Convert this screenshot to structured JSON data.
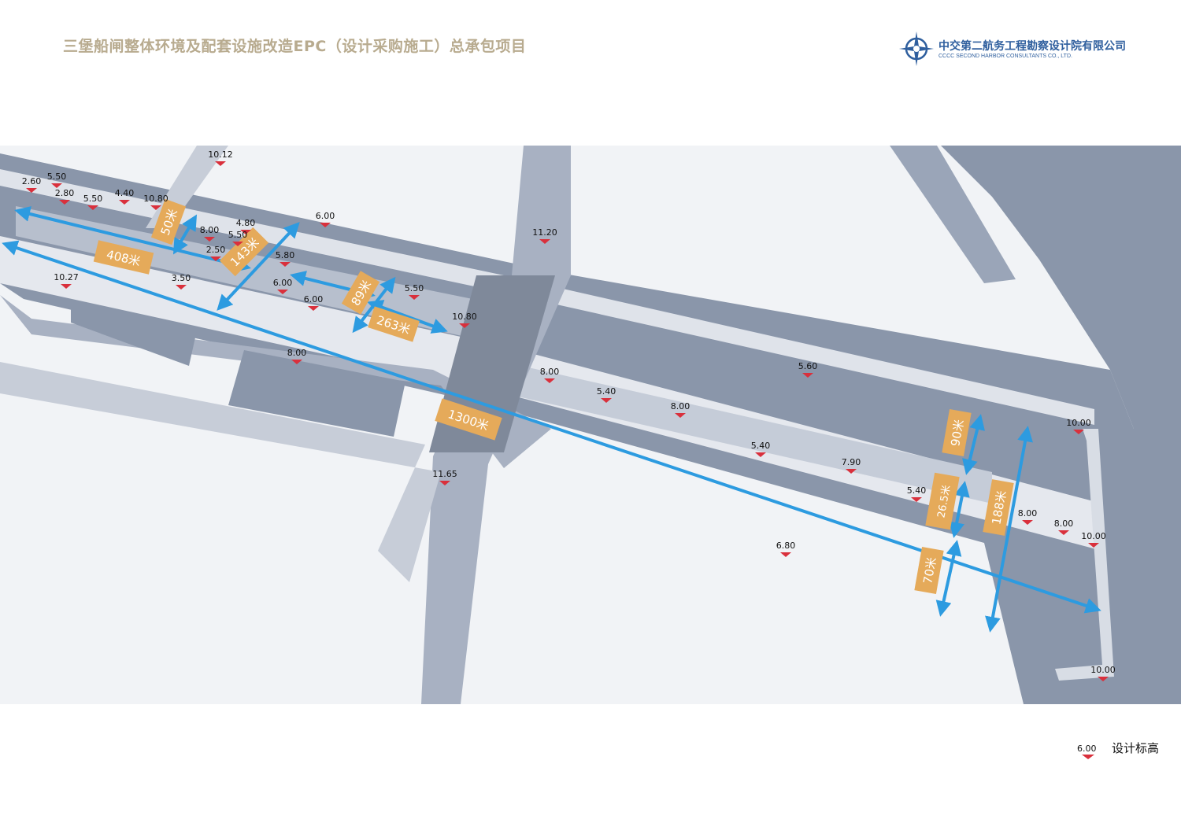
{
  "header": {
    "title": "三堡船闸整体环境及配套设施改造EPC（设计采购施工）总承包项目"
  },
  "company": {
    "name_cn": "中交第二航务工程勘察设计院有限公司",
    "name_en": "CCCC SECOND HARBOR CONSULTANTS CO., LTD.",
    "logo_icon": "compass-star-logo-icon"
  },
  "elevation_marks": [
    "10.12",
    "2.60",
    "5.50",
    "2.80",
    "5.50",
    "4.40",
    "10.80",
    "6.00",
    "8.00",
    "4.80",
    "5.50",
    "2.50",
    "5.80",
    "10.27",
    "3.50",
    "6.00",
    "6.00",
    "5.50",
    "10.80",
    "11.20",
    "8.00",
    "8.00",
    "5.40",
    "8.00",
    "5.60",
    "5.40",
    "7.90",
    "11.65",
    "5.40",
    "6.80",
    "10.00",
    "8.00",
    "8.00",
    "10.00",
    "10.00"
  ],
  "dimension_labels": [
    "408米",
    "50米",
    "143米",
    "89米",
    "263米",
    "1300米",
    "90米",
    "26.5米",
    "188米",
    "70米"
  ],
  "legend": {
    "value": "6.00",
    "label": "设计标高"
  },
  "colors": {
    "water": "#8a96aa",
    "land": "#f1f3f6",
    "road": "#a8b1c2",
    "arrow": "#2d9be0",
    "label_box": "#e5aa5a",
    "marker": "#d9303c",
    "title": "#b8ab8f"
  }
}
